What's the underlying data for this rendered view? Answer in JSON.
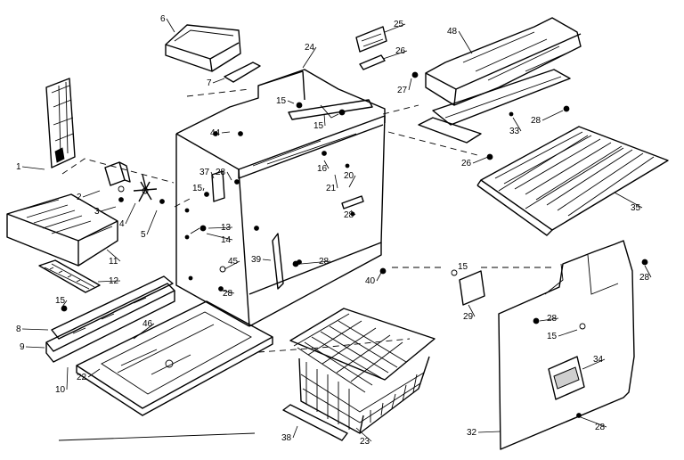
{
  "diagram": {
    "callouts": [
      "1",
      "2",
      "3",
      "4",
      "5",
      "6",
      "7",
      "8",
      "9",
      "10",
      "11",
      "12",
      "13",
      "14",
      "15",
      "16",
      "20",
      "21",
      "22",
      "23",
      "24",
      "25",
      "26",
      "27",
      "28",
      "29",
      "32",
      "33",
      "34",
      "35",
      "37",
      "38",
      "39",
      "40",
      "44",
      "45",
      "46",
      "48"
    ]
  }
}
